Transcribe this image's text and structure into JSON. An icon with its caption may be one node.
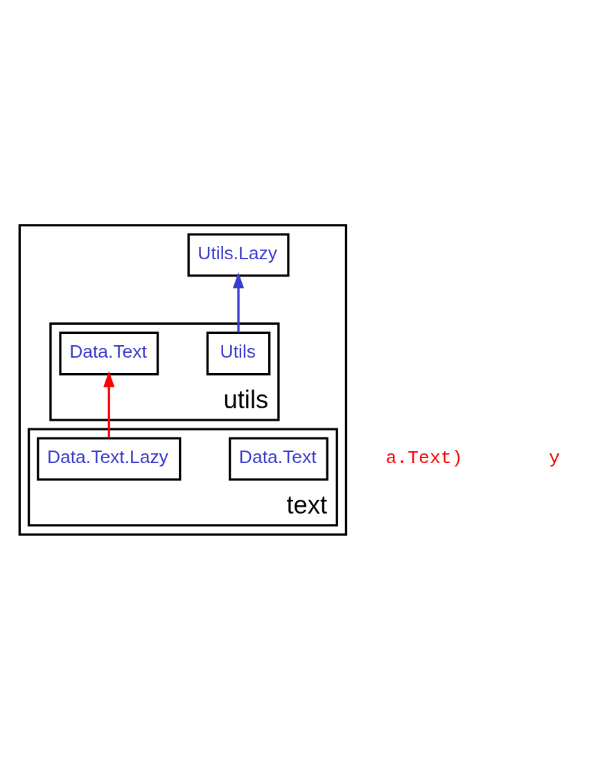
{
  "diagram": {
    "nodes": [
      {
        "text": [],
        "shape": "box"
      },
      {
        "text": [
          "Utils.Lazy"
        ],
        "in": 0
      },
      {
        "text": [
          "utils"
        ],
        "in": 0
      },
      {
        "text": [
          "Utils"
        ],
        "in": 2
      },
      {
        "text": [
          "Data.Text"
        ],
        "in": 2
      },
      {
        "text": [
          "text"
        ],
        "in": 0
      },
      {
        "text": [
          "Data.Text"
        ],
        "in": 5
      },
      {
        "text": [
          "Data.Text.Lazy"
        ],
        "in": 5
      }
    ],
    "edges": [
      {
        "from": 3,
        "to": 1,
        "arrow": "to",
        "color": "#3a3acc"
      },
      {
        "from": 7,
        "to": 4,
        "arrow": "to",
        "color": "#ff0000"
      }
    ],
    "labels": [
      "a.Text)",
      "y"
    ]
  }
}
